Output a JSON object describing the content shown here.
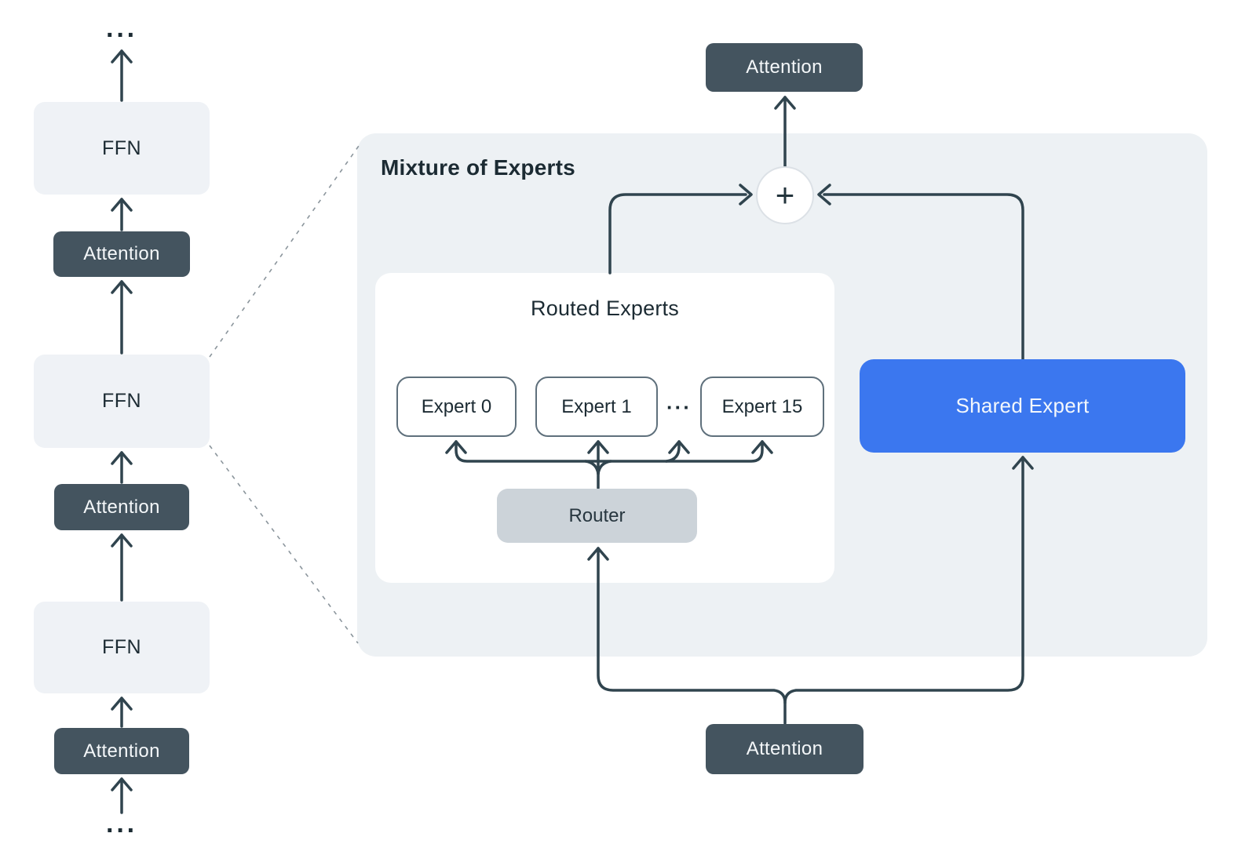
{
  "diagram": {
    "left_stack": {
      "ellipsis_top": "···",
      "ellipsis_bottom": "···",
      "ffn_label": "FFN",
      "attention_label": "Attention"
    },
    "moe_panel": {
      "title": "Mixture of Experts",
      "attention_top_label": "Attention",
      "attention_bottom_label": "Attention",
      "sum_symbol": "+",
      "shared_expert_label": "Shared Expert",
      "routed_experts": {
        "title": "Routed Experts",
        "expert_0": "Expert 0",
        "expert_1": "Expert 1",
        "ellipsis": "···",
        "expert_15": "Expert 15",
        "router_label": "Router"
      }
    },
    "colors": {
      "panel_bg": "#edf1f4",
      "ffn_bg": "#eff2f6",
      "attention_bg": "#44545f",
      "router_bg": "#ccd3d9",
      "shared_expert_bg": "#3b77ef",
      "wire": "#30444e",
      "text_dark": "#1c2b33",
      "text_light": "#f4f7f9"
    }
  }
}
